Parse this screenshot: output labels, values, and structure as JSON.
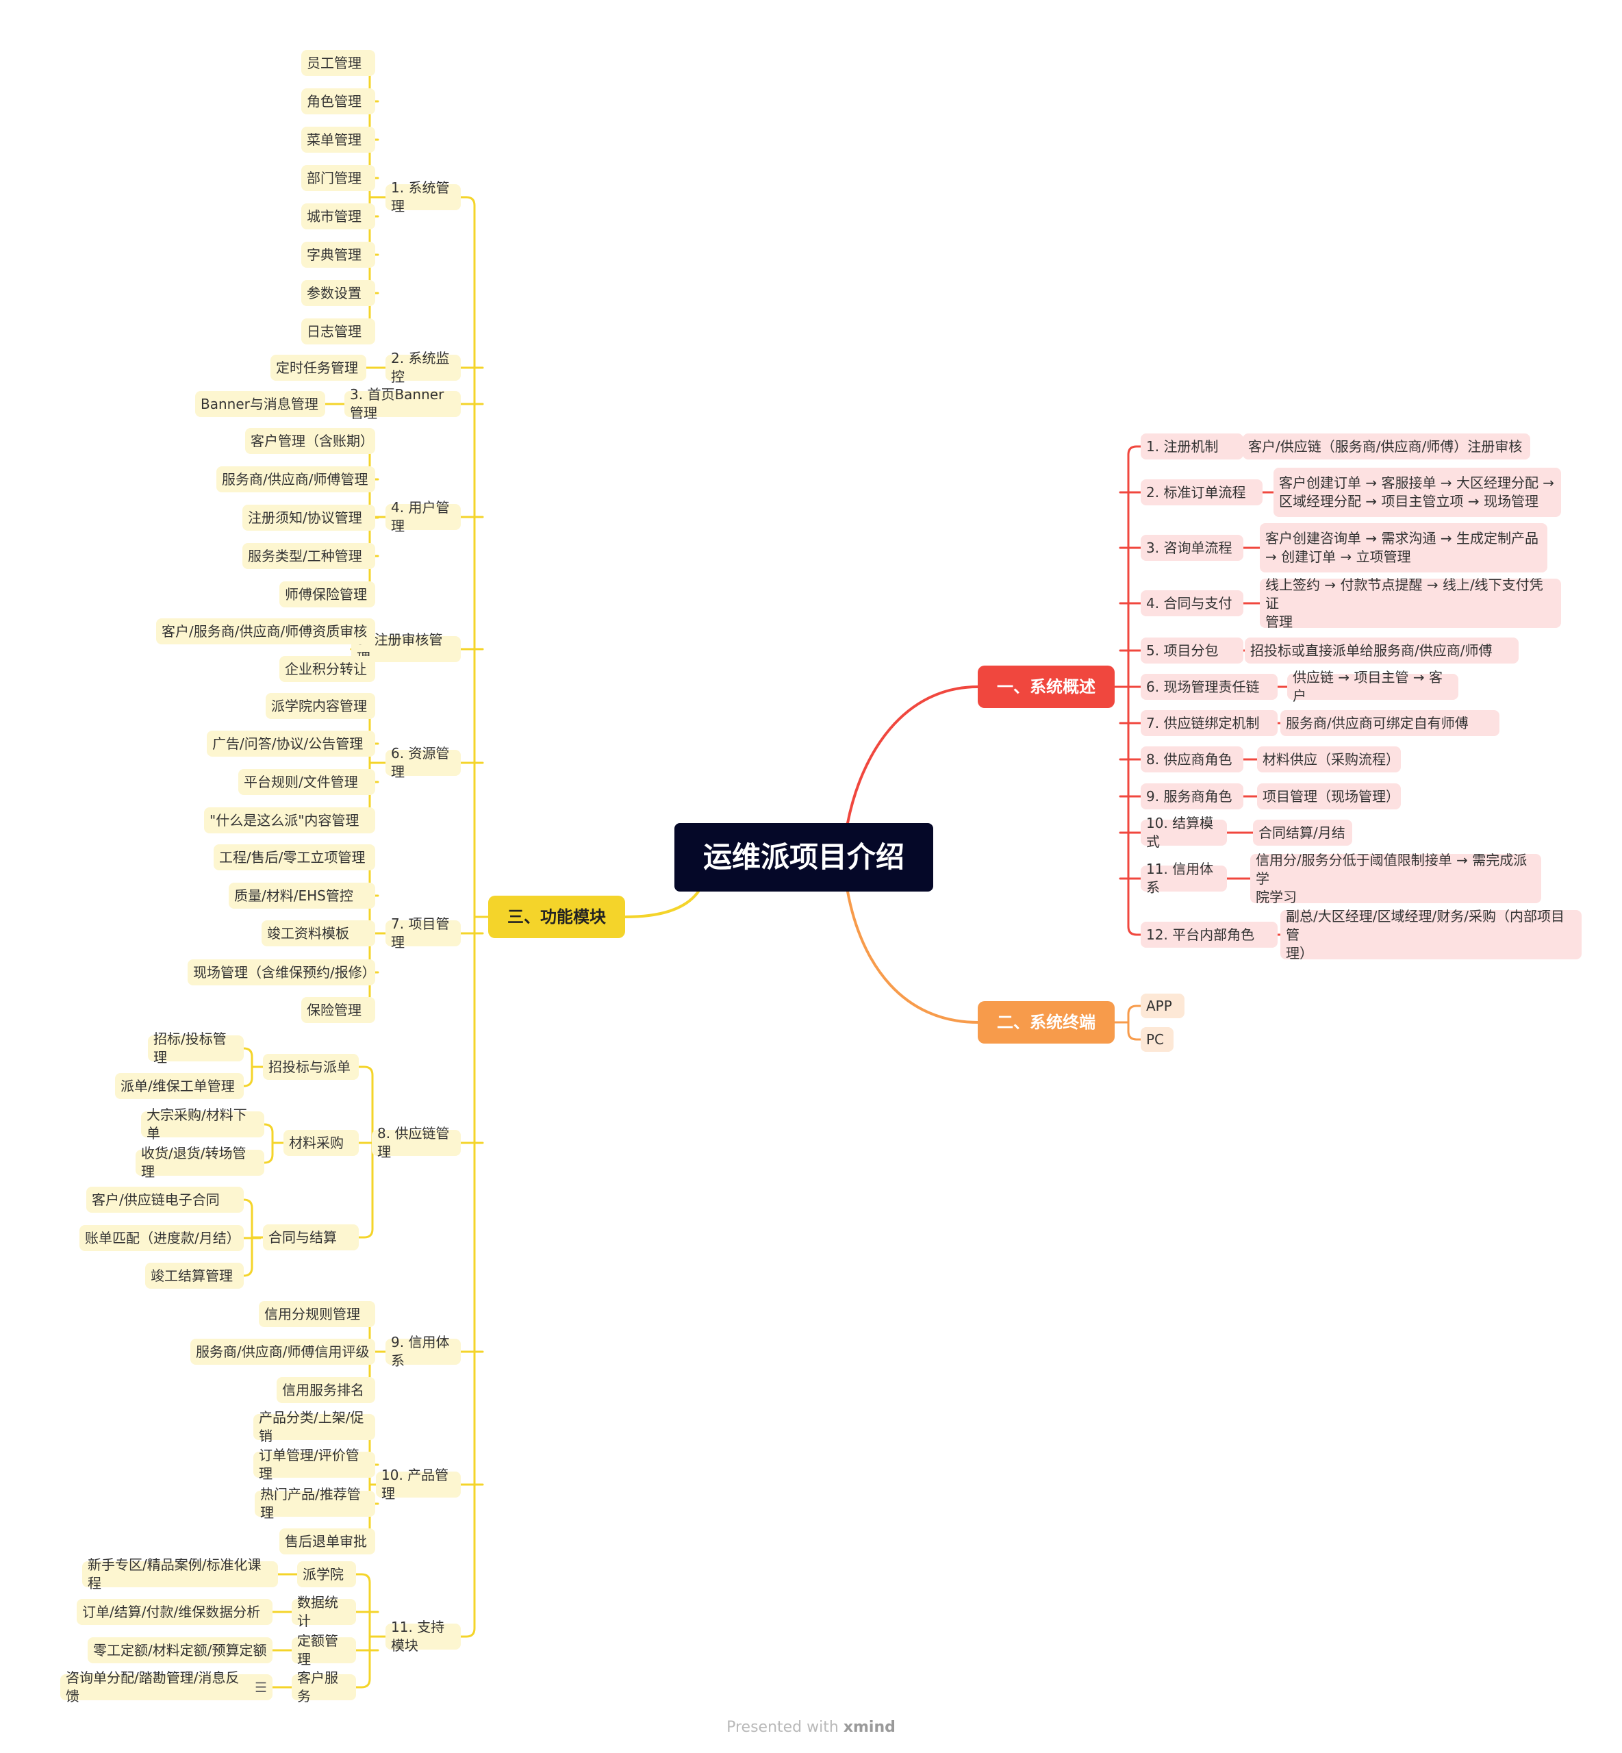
{
  "colors": {
    "red": "#f0473e",
    "orange": "#f79b4b",
    "yellow": "#f4d42a",
    "root": "#050828"
  },
  "root": {
    "label": "运维派项目介绍"
  },
  "overview": {
    "label": "一、系统概述",
    "items": [
      {
        "label": "1. 注册机制",
        "detail": "客户/供应链（服务商/供应商/师傅）注册审核"
      },
      {
        "label": "2. 标准订单流程",
        "detail": "客户创建订单 → 客服接单 → 大区经理分配 →\n区域经理分配 → 项目主管立项 → 现场管理"
      },
      {
        "label": "3. 咨询单流程",
        "detail": "客户创建咨询单 → 需求沟通 → 生成定制产品\n→ 创建订单 → 立项管理"
      },
      {
        "label": "4. 合同与支付",
        "detail": "线上签约 → 付款节点提醒 → 线上/线下支付凭证\n管理"
      },
      {
        "label": "5. 项目分包",
        "detail": "招投标或直接派单给服务商/供应商/师傅"
      },
      {
        "label": "6. 现场管理责任链",
        "detail": "供应链 → 项目主管 → 客户"
      },
      {
        "label": "7. 供应链绑定机制",
        "detail": "服务商/供应商可绑定自有师傅"
      },
      {
        "label": "8. 供应商角色",
        "detail": "材料供应（采购流程）"
      },
      {
        "label": "9. 服务商角色",
        "detail": "项目管理（现场管理）"
      },
      {
        "label": "10. 结算模式",
        "detail": "合同结算/月结"
      },
      {
        "label": "11. 信用体系",
        "detail": "信用分/服务分低于阈值限制接单 → 需完成派学\n院学习"
      },
      {
        "label": "12. 平台内部角色",
        "detail": "副总/大区经理/区域经理/财务/采购（内部项目管\n理）"
      }
    ]
  },
  "terminals": {
    "label": "二、系统终端",
    "items": [
      {
        "label": "APP"
      },
      {
        "label": "PC"
      }
    ]
  },
  "modules": {
    "label": "三、功能模块",
    "groups": [
      {
        "label": "1. 系统管理",
        "items": [
          "员工管理",
          "角色管理",
          "菜单管理",
          "部门管理",
          "城市管理",
          "字典管理",
          "参数设置",
          "日志管理"
        ]
      },
      {
        "label": "2. 系统监控",
        "items": [
          "定时任务管理"
        ]
      },
      {
        "label": "3. 首页Banner管理",
        "items": [
          "Banner与消息管理"
        ]
      },
      {
        "label": "4. 用户管理",
        "items": [
          "客户管理（含账期）",
          "服务商/供应商/师傅管理",
          "注册须知/协议管理",
          "服务类型/工种管理",
          "师傅保险管理"
        ]
      },
      {
        "label": "5. 注册审核管理",
        "items": [
          "客户/服务商/供应商/师傅资质审核",
          "企业积分转让"
        ]
      },
      {
        "label": "6. 资源管理",
        "items": [
          "派学院内容管理",
          "广告/问答/协议/公告管理",
          "平台规则/文件管理",
          "\"什么是这么派\"内容管理"
        ]
      },
      {
        "label": "7. 项目管理",
        "items": [
          "工程/售后/零工立项管理",
          "质量/材料/EHS管控",
          "竣工资料模板",
          "现场管理（含维保预约/报修）",
          "保险管理"
        ]
      },
      {
        "label": "8. 供应链管理",
        "subgroups": [
          {
            "label": "招投标与派单",
            "items": [
              "招标/投标管理",
              "派单/维保工单管理"
            ]
          },
          {
            "label": "材料采购",
            "items": [
              "大宗采购/材料下单",
              "收货/退货/转场管理"
            ]
          },
          {
            "label": "合同与结算",
            "items": [
              "客户/供应链电子合同",
              "账单匹配（进度款/月结）",
              "竣工结算管理"
            ]
          }
        ]
      },
      {
        "label": "9. 信用体系",
        "items": [
          "信用分规则管理",
          "服务商/供应商/师傅信用评级",
          "信用服务排名"
        ]
      },
      {
        "label": "10. 产品管理",
        "items": [
          "产品分类/上架/促销",
          "订单管理/评价管理",
          "热门产品/推荐管理",
          "售后退单审批"
        ]
      },
      {
        "label": "11. 支持模块",
        "subgroups": [
          {
            "label": "派学院",
            "items": [
              "新手专区/精品案例/标准化课程"
            ]
          },
          {
            "label": "数据统计",
            "items": [
              "订单/结算/付款/维保数据分析"
            ]
          },
          {
            "label": "定额管理",
            "items": [
              "零工定额/材料定额/预算定额"
            ]
          },
          {
            "label": "客户服务",
            "items": [
              "咨询单分配/踏勘管理/消息反馈"
            ]
          }
        ]
      }
    ]
  },
  "footer": {
    "prefix": "Presented with",
    "brand": "xmind"
  }
}
